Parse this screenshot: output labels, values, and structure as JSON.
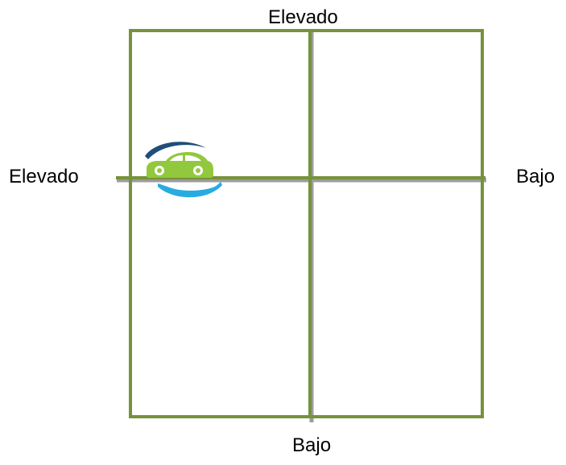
{
  "labels": {
    "top": "Elevado",
    "bottom": "Bajo",
    "left": "Elevado",
    "right": "Bajo"
  },
  "colors": {
    "grid": "#76923c",
    "axis_shadow": "#9c9c9c",
    "car_body": "#92c83e",
    "swoosh_top": "#1f4e79",
    "swoosh_bottom": "#29abe2"
  },
  "icon": "car-logo-icon"
}
